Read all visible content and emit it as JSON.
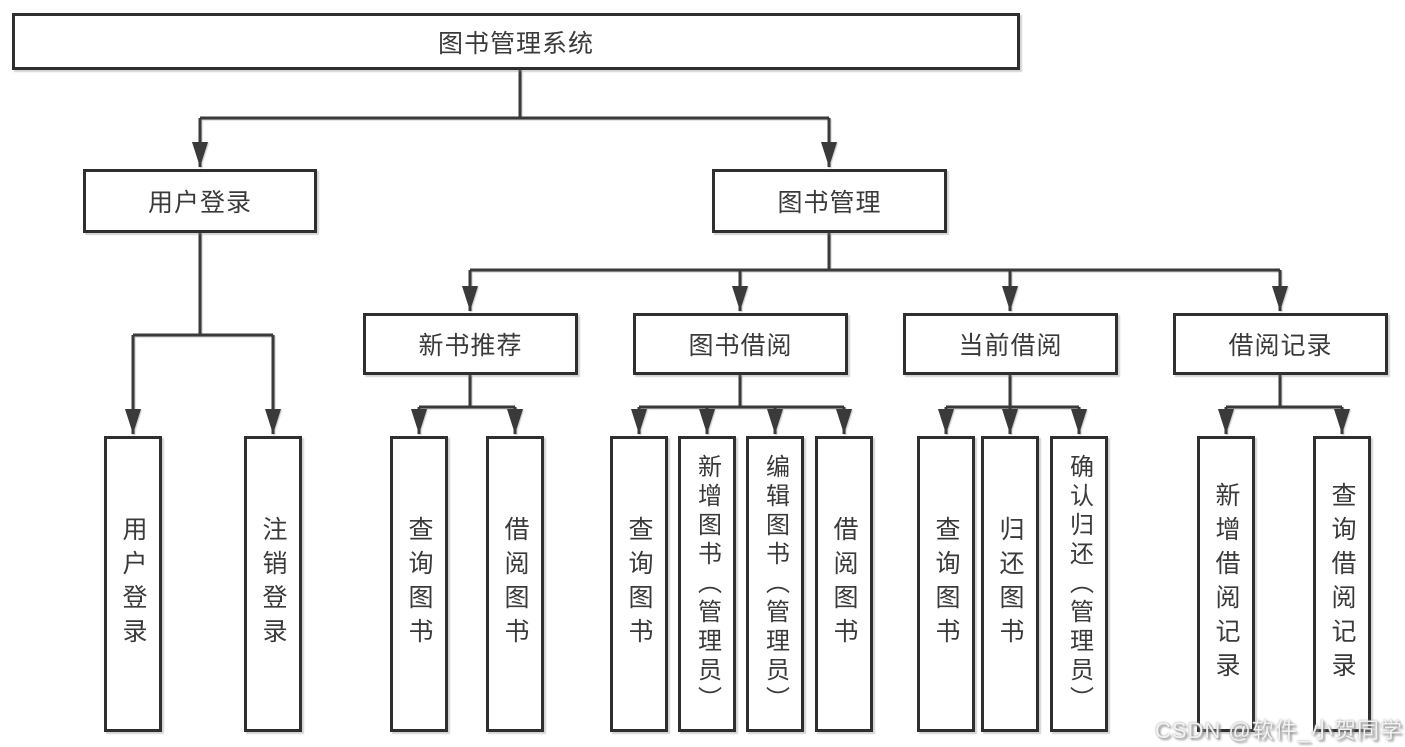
{
  "root": {
    "label": "图书管理系统"
  },
  "branches": [
    {
      "label": "用户登录",
      "children": [
        "用户登录",
        "注销登录"
      ]
    },
    {
      "label": "图书管理",
      "groups": [
        {
          "label": "新书推荐",
          "children": [
            "查询图书",
            "借阅图书"
          ]
        },
        {
          "label": "图书借阅",
          "children": [
            "查询图书",
            "新增图书（管理员）",
            "编辑图书（管理员）",
            "借阅图书"
          ]
        },
        {
          "label": "当前借阅",
          "children": [
            "查询图书",
            "归还图书",
            "确认归还（管理员）"
          ]
        },
        {
          "label": "借阅记录",
          "children": [
            "新增借阅记录",
            "查询借阅记录"
          ]
        }
      ]
    }
  ],
  "watermark": "CSDN @软件_小贺同学",
  "colors": {
    "line": "#3a3a3a",
    "box_border": "#2f2f2f",
    "box_fill": "#ffffff",
    "text": "#3a3a3a",
    "watermark_text": "#f2f2f2"
  }
}
